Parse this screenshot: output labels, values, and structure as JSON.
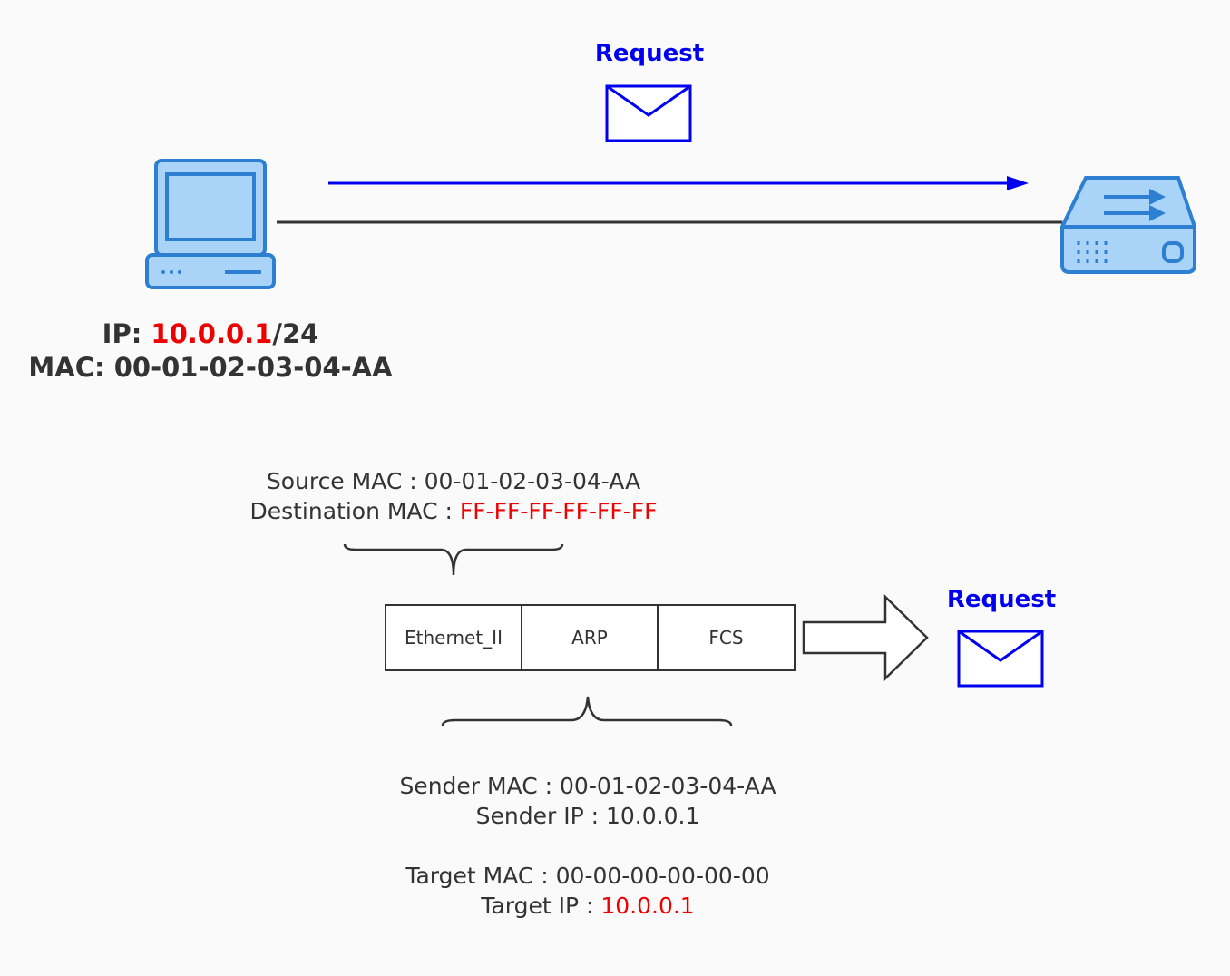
{
  "top": {
    "request_label": "Request"
  },
  "host": {
    "ip_label": "IP:",
    "ip_address": "10.0.0.1",
    "ip_prefix": "/24",
    "mac_label": "MAC:",
    "mac_address": "00-01-02-03-04-AA"
  },
  "ethernet_header": {
    "source_label": "Source MAC :",
    "source_value": "00-01-02-03-04-AA",
    "dest_label": "Destination MAC :",
    "dest_value": "FF-FF-FF-FF-FF-FF"
  },
  "frame": {
    "cells": [
      "Ethernet_II",
      "ARP",
      "FCS"
    ]
  },
  "frame_request_label": "Request",
  "arp_payload": {
    "sender_mac_label": "Sender MAC :",
    "sender_mac_value": "00-01-02-03-04-AA",
    "sender_ip_label": "Sender IP :",
    "sender_ip_value": "10.0.0.1",
    "target_mac_label": "Target MAC :",
    "target_mac_value": "00-00-00-00-00-00",
    "target_ip_label": "Target IP :",
    "target_ip_value": "10.0.0.1"
  },
  "colors": {
    "accent_blue": "#0000ee",
    "highlight_red": "#ee0000",
    "icon_fill": "#a9d4f7",
    "icon_stroke": "#2d7fd1",
    "text": "#333333"
  },
  "icons": {
    "computer": "computer-icon",
    "switch": "switch-icon",
    "envelope": "envelope-icon",
    "arrow": "right-arrow-icon"
  }
}
